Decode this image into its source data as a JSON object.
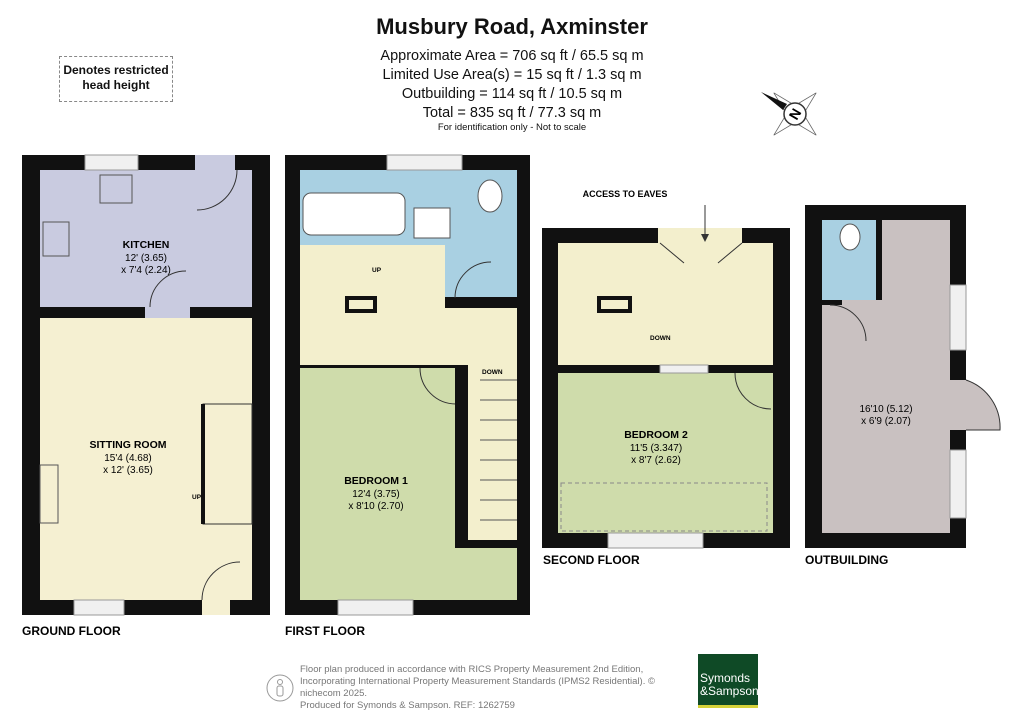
{
  "header": {
    "title": "Musbury Road, Axminster",
    "areas": [
      "Approximate Area = 706 sq ft / 65.5 sq m",
      "Limited Use Area(s) = 15 sq ft / 1.3 sq m",
      "Outbuilding = 114 sq ft / 10.5 sq m",
      "Total = 835 sq ft / 77.3 sq m"
    ],
    "note": "For identification only - Not to scale",
    "restricted_legend": "Denotes restricted head height",
    "compass_letter": "N"
  },
  "floors": {
    "ground": {
      "label": "GROUND FLOOR",
      "kitchen": {
        "name": "KITCHEN",
        "dim1": "12' (3.65)",
        "dim2": "x 7'4 (2.24)"
      },
      "sitting": {
        "name": "SITTING ROOM",
        "dim1": "15'4 (4.68)",
        "dim2": "x 12' (3.65)"
      },
      "stairs": "UP"
    },
    "first": {
      "label": "FIRST FLOOR",
      "bedroom": {
        "name": "BEDROOM 1",
        "dim1": "12'4 (3.75)",
        "dim2": "x 8'10 (2.70)"
      },
      "stairs_up": "UP",
      "stairs_down": "DOWN"
    },
    "second": {
      "label": "SECOND FLOOR",
      "eaves": "ACCESS TO EAVES",
      "bedroom": {
        "name": "BEDROOM 2",
        "dim1": "11'5 (3.347)",
        "dim2": "x 8'7 (2.62)"
      },
      "stairs_down": "DOWN"
    },
    "outbuilding": {
      "label": "OUTBUILDING",
      "dim1": "16'10 (5.12)",
      "dim2": "x 6'9 (2.07)"
    }
  },
  "footer": {
    "lines": [
      "Floor plan produced in accordance with RICS Property Measurement 2nd Edition,",
      "Incorporating International Property Measurement Standards (IPMS2 Residential).   © nichecom 2025.",
      "Produced for Symonds & Sampson.   REF:  1262759"
    ],
    "logo_line1": "Symonds",
    "logo_line2": "&Sampson"
  },
  "colors": {
    "wall": "#111111",
    "kitchen": "#c9cbe0",
    "living": "#f5f0d2",
    "bathroom": "#a9d0e2",
    "bedroom": "#cfdcab",
    "outbuilding": "#c9c1c1",
    "brand": "#0f4a26"
  }
}
